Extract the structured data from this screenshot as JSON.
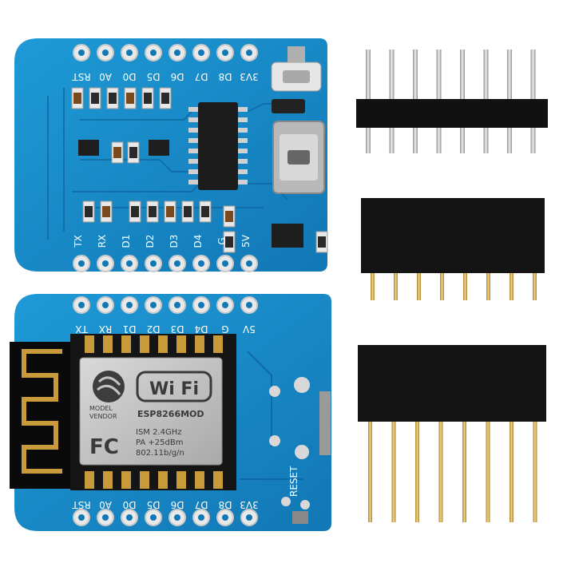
{
  "top_board": {
    "header_labels_top": [
      "RST",
      "A0",
      "D0",
      "D5",
      "D6",
      "D7",
      "D8",
      "3V3"
    ],
    "header_labels_bottom": [
      "TX",
      "RX",
      "D1",
      "D2",
      "D3",
      "D4",
      "G",
      "5V"
    ]
  },
  "bottom_board": {
    "header_labels_top": [
      "TX",
      "RX",
      "D1",
      "D2",
      "D3",
      "D4",
      "G",
      "5V"
    ],
    "header_labels_bottom": [
      "RST",
      "A0",
      "D0",
      "D5",
      "D6",
      "D7",
      "D8",
      "3V3"
    ],
    "reset_label": "RESET",
    "module": {
      "wifi_logo": "Wi Fi",
      "model_label": "MODEL",
      "vendor_label": "VENDOR",
      "part_number": "ESP8266MOD",
      "spec_line_1": "ISM 2.4GHz",
      "spec_line_2": "PA +25dBm",
      "spec_line_3": "802.11b/g/n",
      "fcc_logo": "FC"
    }
  },
  "colors": {
    "pcb": "#1a8fc8",
    "pcb_dark": "#0f6aa3",
    "header_black": "#111111",
    "pin_silver": "#c9c9c9",
    "pin_gold": "#c8a24a",
    "shield_silver": "#c4c4c4"
  }
}
